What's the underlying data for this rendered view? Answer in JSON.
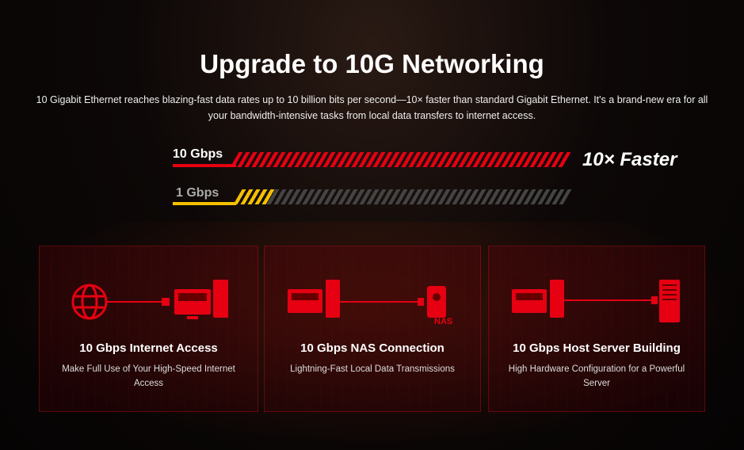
{
  "title": "Upgrade to 10G Networking",
  "lead": "10 Gigabit Ethernet reaches blazing-fast data rates up to 10 billion bits per second—10× faster than standard Gigabit Ethernet. It's a brand-new era for all your bandwidth-intensive tasks from local data transfers to internet access.",
  "comparison": {
    "fast_label": "10 Gbps",
    "slow_label": "1 Gbps",
    "slow_fill_fraction": 0.1,
    "badge": "10× Faster"
  },
  "colors": {
    "accent": "#e60012",
    "slow": "#f5c000"
  },
  "cards": [
    {
      "icon": "globe-to-pc-icon",
      "title": "10 Gbps Internet Access",
      "desc": "Make Full Use of Your High-Speed Internet Access"
    },
    {
      "icon": "pc-to-nas-icon",
      "title": "10 Gbps NAS Connection",
      "desc": "Lightning-Fast Local Data Transmissions",
      "nas": "NAS"
    },
    {
      "icon": "pc-to-server-icon",
      "title": "10 Gbps Host Server Building",
      "desc": "High Hardware Configuration for a Powerful Server"
    }
  ]
}
